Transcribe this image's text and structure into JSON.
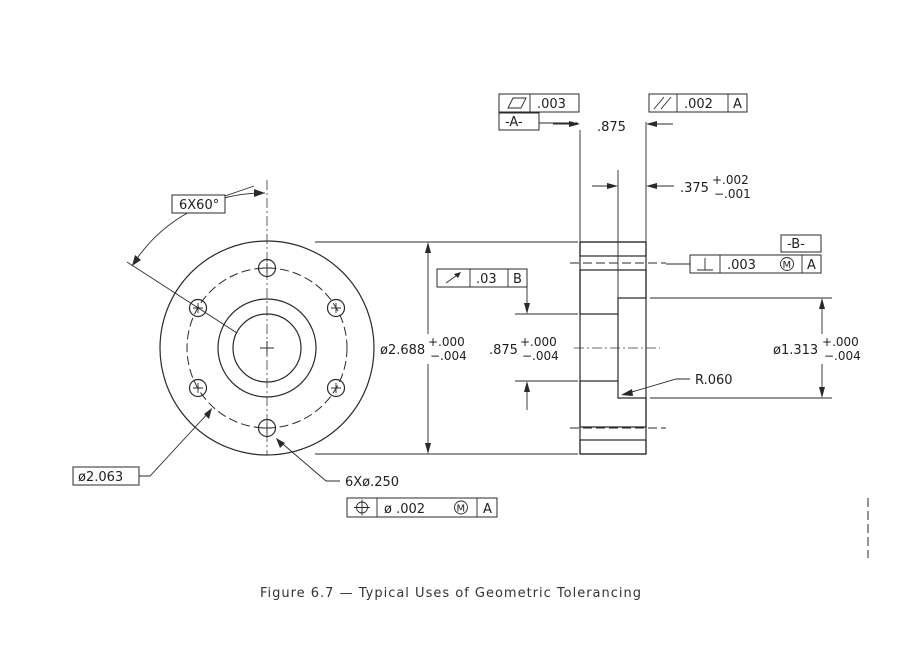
{
  "caption": "Figure 6.7 — Typical Uses of Geometric Tolerancing",
  "front_view": {
    "angle_note": "6X60°",
    "bolt_circle": "ø2.063",
    "hole_callout": "6Xø.250",
    "position_fcf": {
      "symbol_icon": "position-icon",
      "tolerance": "ø .002",
      "modifier": "M",
      "datum": "A"
    }
  },
  "side_view": {
    "flatness_fcf": {
      "symbol_icon": "flatness-icon",
      "tolerance": ".003"
    },
    "datum_a": "-A-",
    "parallelism_fcf": {
      "symbol_icon": "parallelism-icon",
      "tolerance": ".002",
      "datum": "A"
    },
    "width_dim": ".875",
    "flange_dim": {
      "nominal": ".375",
      "upper": "+.002",
      "lower": "−.001"
    },
    "datum_b": "-B-",
    "perp_fcf": {
      "symbol_icon": "perpendicularity-icon",
      "tolerance": ".003",
      "modifier": "M",
      "datum": "A"
    },
    "runout_fcf": {
      "symbol_icon": "runout-icon",
      "tolerance": ".03",
      "datum": "B"
    },
    "outer_dia": {
      "nominal": "ø2.688",
      "upper": "+.000",
      "lower": "−.004"
    },
    "bore_dia": {
      "nominal": ".875",
      "upper": "+.000",
      "lower": "−.004"
    },
    "step_dia": {
      "nominal": "ø1.313",
      "upper": "+.000",
      "lower": "−.004"
    },
    "radius": "R.060"
  }
}
